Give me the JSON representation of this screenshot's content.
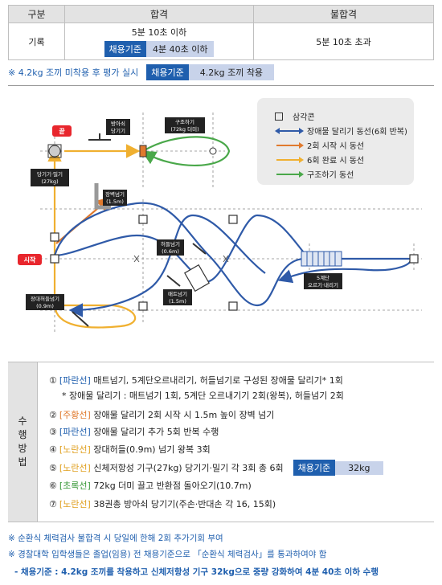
{
  "grade_table": {
    "headers": [
      "구분",
      "합격",
      "불합격"
    ],
    "row_label": "기록",
    "pass_time": "5분 10초 이하",
    "pass_std_label": "채용기준",
    "pass_std_value": "4분 40초 이하",
    "fail_time": "5분 10초 초과"
  },
  "top_note": {
    "text": "※ 4.2kg 조끼 미착용 후 평가 실시",
    "std_label": "채용기준",
    "std_value": "4.2kg 조끼 착용"
  },
  "legend": {
    "items": [
      {
        "label": "삼각콘"
      },
      {
        "label": "장애물 달리기 동선(6회 반복)",
        "color": "#2f5aa8"
      },
      {
        "label": "2회 시작 시 동선",
        "color": "#e07a2e"
      },
      {
        "label": "6회 완료 시 동선",
        "color": "#f0b030"
      },
      {
        "label": "구조하기 동선",
        "color": "#4aa84a"
      }
    ]
  },
  "diagram_labels": {
    "end": "끝",
    "start": "시작",
    "pull_push": [
      "당기기·밀기",
      "(27kg)"
    ],
    "pulling_machine": [
      "방아쇠",
      "당기기"
    ],
    "rescue": [
      "구조하기",
      "(72kg 더미)"
    ],
    "wall": [
      "장벽넘기",
      "(1.5m)"
    ],
    "hurdle": [
      "허들넘기",
      "(0.6m)"
    ],
    "mat": [
      "매트넘기",
      "(1.5m)"
    ],
    "long_hurdle": [
      "장대허들넘기",
      "(0.9m)"
    ],
    "stairs": [
      "5계단",
      "오르기·내리기"
    ]
  },
  "procedure": {
    "header": [
      "수",
      "행",
      "방",
      "법"
    ],
    "steps": [
      {
        "num": "①",
        "tag": "[파란선]",
        "tag_color": "blue",
        "text": "매트넘기, 5계단오르내리기, 허들넘기로 구성된 장애물 달리기* 1회"
      },
      {
        "num": "",
        "tag": "",
        "tag_color": "",
        "text": "* 장애물 달리기 : 매트넘기 1회, 5계단 오르내기기 2회(왕복), 허들넘기 2회"
      },
      {
        "num": "②",
        "tag": "[주황선]",
        "tag_color": "orange",
        "text": "장애물 달리기 2회 시작 시 1.5m 높이 장벽 넘기"
      },
      {
        "num": "③",
        "tag": "[파란선]",
        "tag_color": "blue",
        "text": "장애물 달리기 추가 5회 반복 수행"
      },
      {
        "num": "④",
        "tag": "[노란선]",
        "tag_color": "yellow",
        "text": "장대허들(0.9m) 넘기 왕복 3회"
      },
      {
        "num": "⑤",
        "tag": "[노란선]",
        "tag_color": "yellow",
        "text": "신체저항성 기구(27kg) 당기기·밀기 각 3회 총 6회"
      },
      {
        "num": "⑥",
        "tag": "[초록선]",
        "tag_color": "green",
        "text": "72kg 더미 끌고 반환점 돌아오기(10.7m)"
      },
      {
        "num": "⑦",
        "tag": "[노란선]",
        "tag_color": "yellow",
        "text": "38권총 방아쇠 당기기(주손·반대손 각 16, 15회)"
      }
    ],
    "std_label": "채용기준",
    "std_value": "32kg"
  },
  "footnotes": [
    "※ 순환식 체력검사 불합격 시 당일에 한해 2회 추가기회 부여",
    "※ 경찰대학 입학생들은 졸업(임용) 전 채용기준으로 「순환식 체력검사」를 통과하여야 함",
    "- 채용기준 : 4.2kg 조끼를 착용하고 신체저항성 기구 32kg으로 중량 강화하여 4분 40초 이하 수행"
  ]
}
